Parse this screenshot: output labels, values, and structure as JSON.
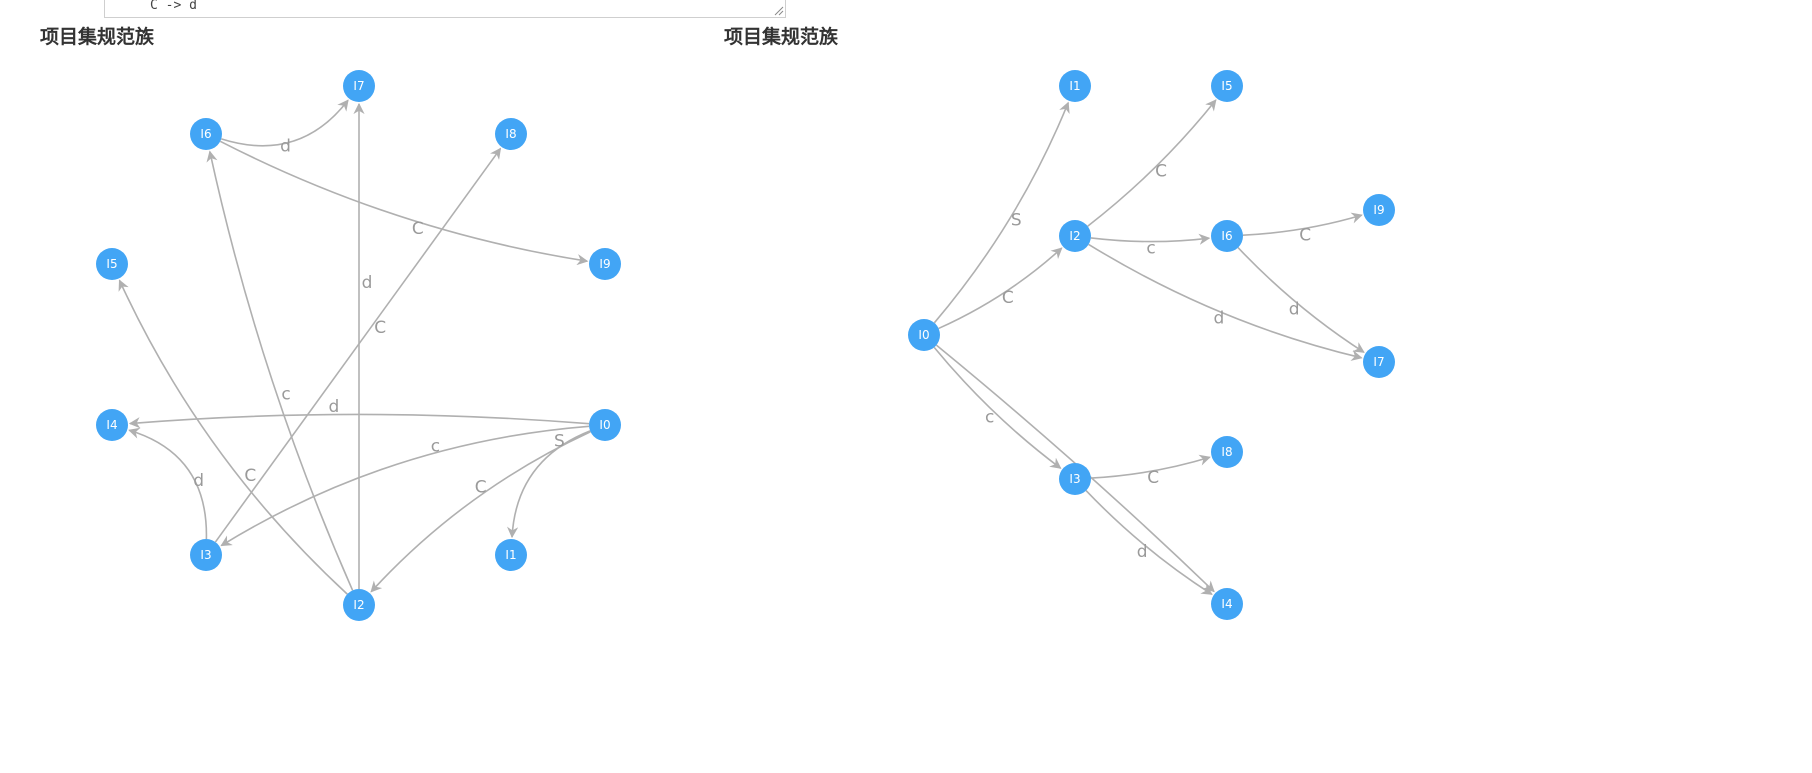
{
  "input": {
    "text": "C -> d"
  },
  "sections": {
    "left_title": "项目集规范族",
    "right_title": "项目集规范族"
  },
  "colors": {
    "node": "#42a5f5",
    "edge": "#b0b0b0",
    "edge_label": "#9a9a9a",
    "title": "#333333"
  },
  "graphs": [
    {
      "name": "circular-layout",
      "nodes": [
        "I0",
        "I1",
        "I2",
        "I3",
        "I4",
        "I5",
        "I6",
        "I7",
        "I8",
        "I9"
      ],
      "edges": [
        {
          "from": "I0",
          "to": "I1",
          "label": "S"
        },
        {
          "from": "I0",
          "to": "I2",
          "label": "C"
        },
        {
          "from": "I0",
          "to": "I3",
          "label": "c"
        },
        {
          "from": "I0",
          "to": "I4",
          "label": "d"
        },
        {
          "from": "I2",
          "to": "I5",
          "label": "C"
        },
        {
          "from": "I2",
          "to": "I6",
          "label": "c"
        },
        {
          "from": "I2",
          "to": "I7",
          "label": "d"
        },
        {
          "from": "I3",
          "to": "I4",
          "label": "d"
        },
        {
          "from": "I3",
          "to": "I8",
          "label": "C"
        },
        {
          "from": "I6",
          "to": "I7",
          "label": "d"
        },
        {
          "from": "I6",
          "to": "I9",
          "label": "C"
        }
      ]
    },
    {
      "name": "tree-layout",
      "nodes": [
        "I0",
        "I1",
        "I2",
        "I3",
        "I4",
        "I5",
        "I6",
        "I7",
        "I8",
        "I9"
      ],
      "edges": [
        {
          "from": "I0",
          "to": "I1",
          "label": "S"
        },
        {
          "from": "I0",
          "to": "I2",
          "label": "C"
        },
        {
          "from": "I0",
          "to": "I3",
          "label": "c"
        },
        {
          "from": "I0",
          "to": "I4",
          "label": "d"
        },
        {
          "from": "I2",
          "to": "I5",
          "label": "C"
        },
        {
          "from": "I2",
          "to": "I6",
          "label": "c"
        },
        {
          "from": "I2",
          "to": "I7",
          "label": "d"
        },
        {
          "from": "I3",
          "to": "I4",
          "label": "d"
        },
        {
          "from": "I3",
          "to": "I8",
          "label": "C"
        },
        {
          "from": "I6",
          "to": "I7",
          "label": "d"
        },
        {
          "from": "I6",
          "to": "I9",
          "label": "C"
        }
      ]
    }
  ]
}
